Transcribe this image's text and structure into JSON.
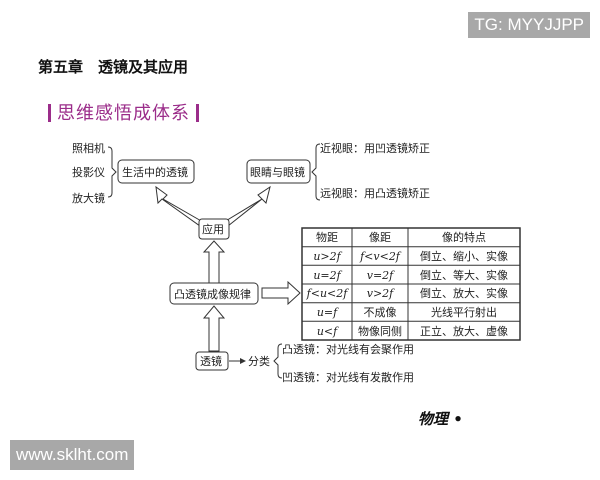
{
  "watermarks": {
    "top_right": "TG: MYYJJPP",
    "bottom_left": "www.sklht.com"
  },
  "chapter_title": "第五章　透镜及其应用",
  "section_heading": "思维感悟成体系",
  "accent_color": "#9b2d8a",
  "diagram": {
    "life_items": [
      "照相机",
      "投影仪",
      "放大镜"
    ],
    "life_lens": "生活中的透镜",
    "eyes_glasses": "眼睛与眼镜",
    "eye_items": [
      "近视眼：用凹透镜矫正",
      "远视眼：用凸透镜矫正"
    ],
    "application": "应用",
    "convex_rule": "凸透镜成像规律",
    "lens": "透镜",
    "classification": "分类",
    "lens_types": [
      "凸透镜：对光线有会聚作用",
      "凹透镜：对光线有发散作用"
    ],
    "table": {
      "headers": [
        "物距",
        "像距",
        "像的特点"
      ],
      "rows": [
        [
          "u>2f",
          "f<v<2f",
          "倒立、缩小、实像"
        ],
        [
          "u=2f",
          "v=2f",
          "倒立、等大、实像"
        ],
        [
          "f<u<2f",
          "v>2f",
          "倒立、放大、实像"
        ],
        [
          "u=f",
          "不成像",
          "光线平行射出"
        ],
        [
          "u<f",
          "物像同侧",
          "正立、放大、虚像"
        ]
      ]
    }
  },
  "footer_label": "物理 •"
}
